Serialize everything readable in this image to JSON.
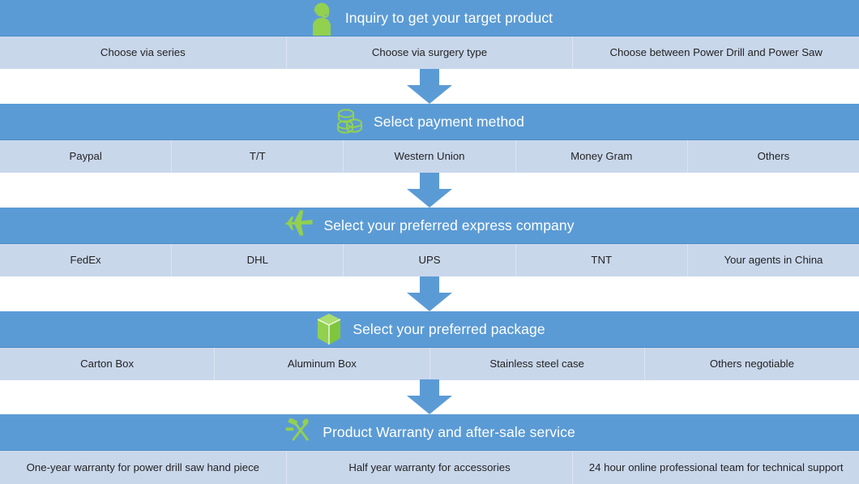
{
  "meta": {
    "accent_blue": "#5B9BD5",
    "row_blue": "#C9D7EB",
    "icon_green": "#92D050",
    "title_color": "#FFFFFF",
    "option_text_color": "#232323"
  },
  "stages": [
    {
      "id": "inquiry",
      "icon": "support-agent-icon",
      "title": "Inquiry to get your target product",
      "options": [
        "Choose via series",
        "Choose via surgery type",
        "Choose  between Power Drill and Power Saw"
      ]
    },
    {
      "id": "payment",
      "icon": "coins-icon",
      "title": "Select payment method",
      "options": [
        "Paypal",
        "T/T",
        "Western Union",
        "Money Gram",
        "Others"
      ]
    },
    {
      "id": "express",
      "icon": "airplane-icon",
      "title": "Select your preferred express company",
      "options": [
        "FedEx",
        "DHL",
        "UPS",
        "TNT",
        "Your agents in China"
      ]
    },
    {
      "id": "package",
      "icon": "box-icon",
      "title": "Select your preferred package",
      "options": [
        "Carton Box",
        "Aluminum Box",
        "Stainless steel case",
        "Others negotiable"
      ]
    },
    {
      "id": "warranty",
      "icon": "hammer-wrench-icon",
      "title": "Product Warranty and after-sale service",
      "options": [
        "One-year warranty for power drill saw hand piece",
        "Half year warranty for accessories",
        "24 hour online  professional team for technical support"
      ]
    }
  ],
  "connectors": [
    {
      "name": "arrow-down-1"
    },
    {
      "name": "arrow-down-2"
    },
    {
      "name": "arrow-down-3"
    },
    {
      "name": "arrow-down-4"
    }
  ]
}
